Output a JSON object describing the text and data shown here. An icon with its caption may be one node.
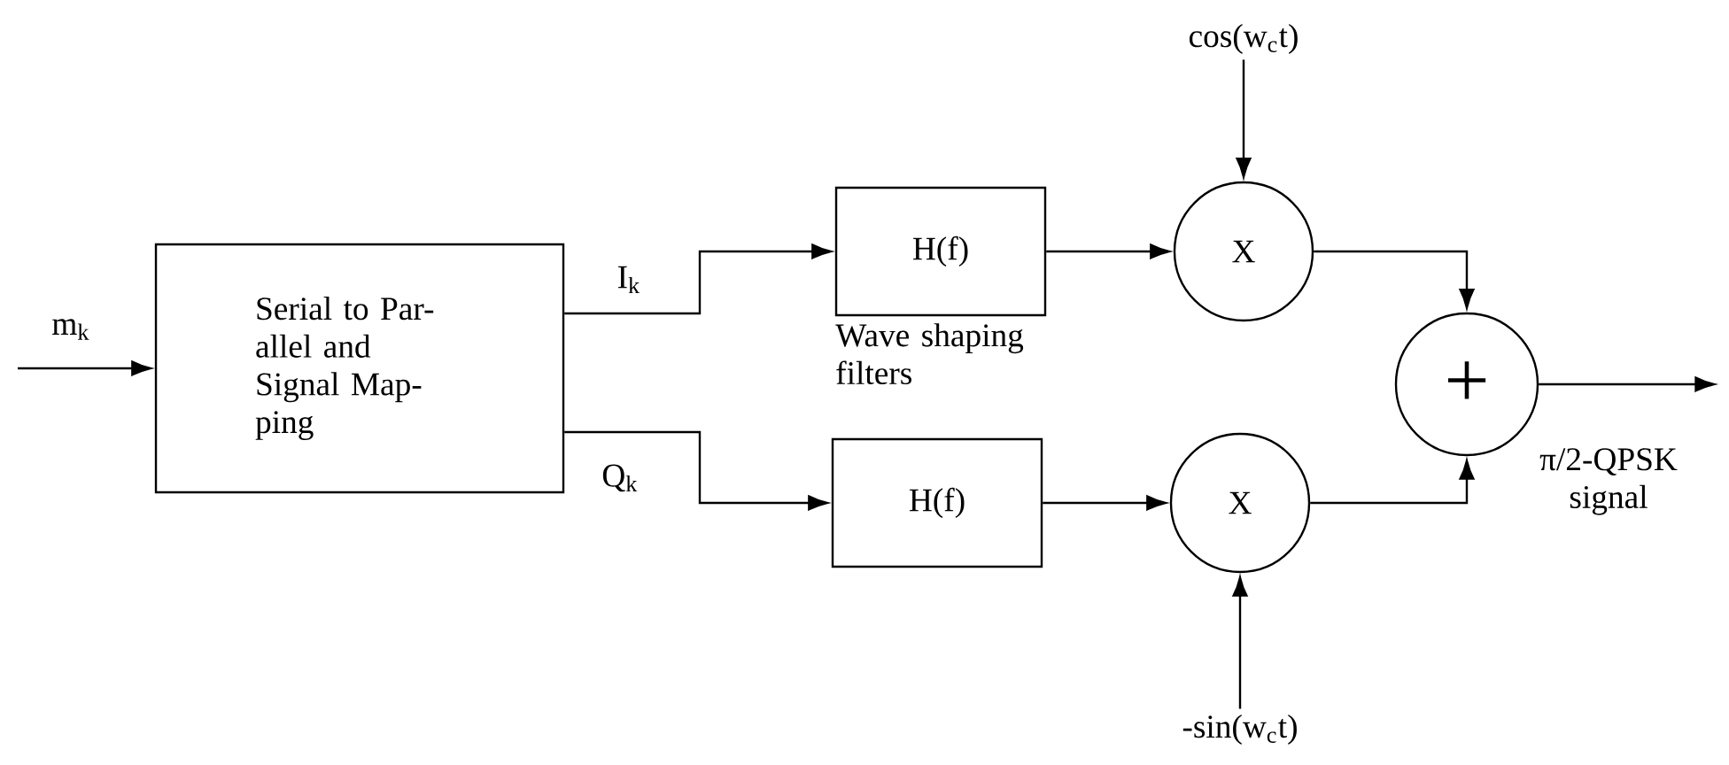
{
  "diagram": {
    "nodes": [
      {
        "text": [
          "Serial to Par- allel and Signal Map- ping"
        ]
      },
      {
        "text": [
          "H(f)"
        ],
        "beside": [
          "Wave shaping filters"
        ]
      },
      {
        "text": [
          "H(f)"
        ]
      },
      {
        "text": [
          "X"
        ]
      },
      {
        "text": [
          "X"
        ]
      },
      {
        "text": [
          "+"
        ]
      },
      {
        "text": [
          "cos(w$_{c}$t)"
        ]
      },
      {
        "text": [
          "-sin(w$_{c}$t)"
        ]
      }
    ],
    "edges": [
      {
        "from": null,
        "to": 0,
        "arrow": "to",
        "label": "m$_{k}$"
      },
      {
        "from": 0,
        "to": 1,
        "arrow": "to",
        "label": "I$_{k}$"
      },
      {
        "from": 0,
        "to": 2,
        "arrow": "to",
        "label": "Q$_{k}$"
      },
      {
        "from": 1,
        "to": 3,
        "arrow": "to"
      },
      {
        "from": 2,
        "to": 4,
        "arrow": "to"
      },
      {
        "from": 6,
        "to": 3,
        "arrow": "to"
      },
      {
        "from": 7,
        "to": 4,
        "arrow": "to"
      },
      {
        "from": 3,
        "to": 5,
        "arrow": "to"
      },
      {
        "from": 4,
        "to": 5,
        "arrow": "to"
      },
      {
        "from": 5,
        "to": null,
        "arrow": "to",
        "label": "π/2-QPSK signal"
      }
    ]
  }
}
